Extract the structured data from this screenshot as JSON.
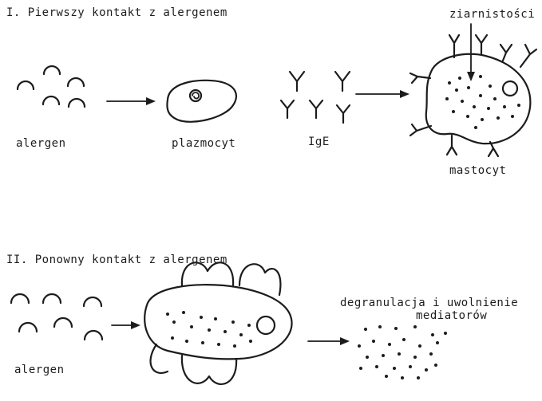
{
  "section1": {
    "title": "I. Pierwszy kontakt z alergenem",
    "labels": {
      "allergen": "alergen",
      "plasma_cell": "plazmocyt",
      "ige": "IgE",
      "granules": "ziarnistości",
      "mast_cell": "mastocyt"
    }
  },
  "section2": {
    "title": "II. Ponowny kontakt z alergenem",
    "labels": {
      "allergen": "alergen",
      "release_line1": "degranulacja i uwolnienie",
      "release_line2": "mediatorów"
    }
  },
  "colors": {
    "ink": "#1c1c1c",
    "paper": "#ffffff"
  }
}
